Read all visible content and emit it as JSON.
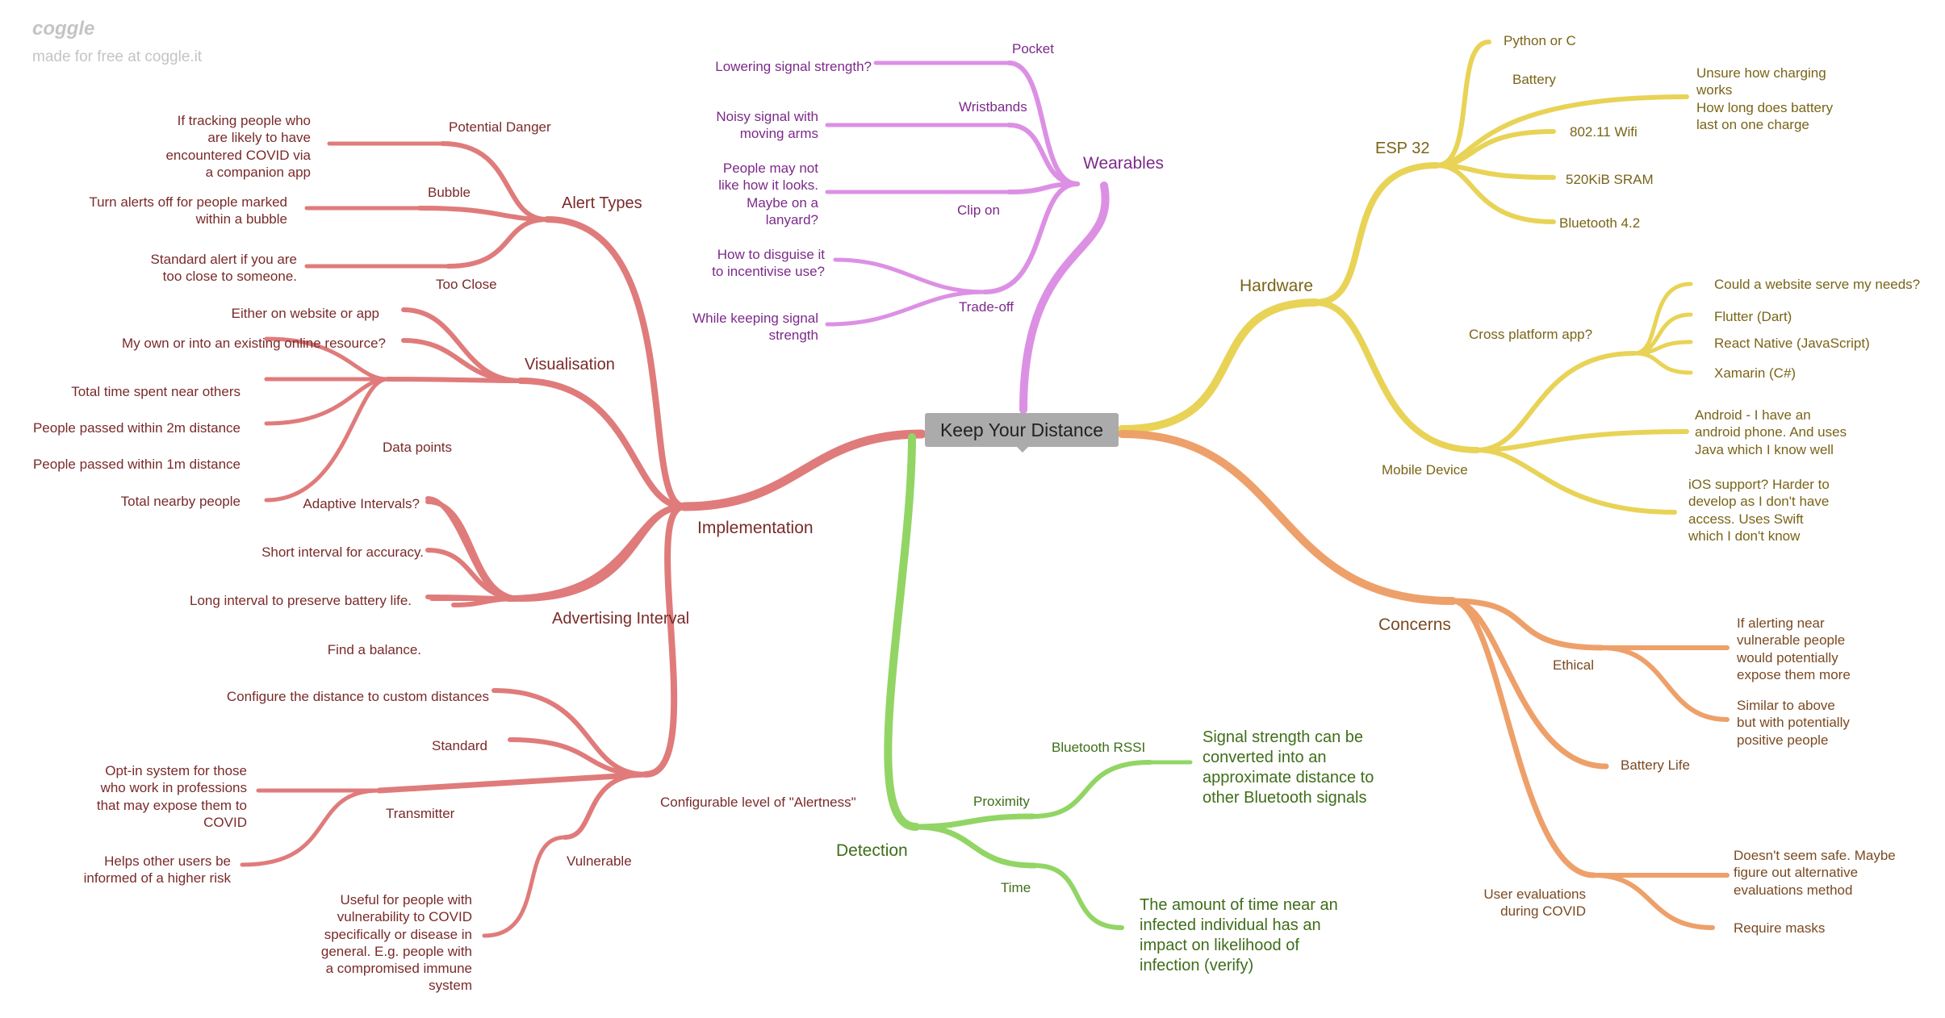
{
  "brand": {
    "logo_text": "coggle",
    "tagline": "made for free at coggle.it"
  },
  "colors": {
    "implementation": "#e07b7b",
    "wearables": "#dc90e4",
    "hardware": "#e8d356",
    "concerns": "#eea06a",
    "detection": "#92d565",
    "root_box": "#ababab"
  },
  "root": "Keep Your Distance",
  "implementation": {
    "title": "Implementation",
    "alert_types": {
      "title": "Alert Types",
      "potential_danger": {
        "title": "Potential Danger",
        "note": "If tracking people who\nare likely to have\nencountered COVID via\na companion app"
      },
      "bubble": {
        "title": "Bubble",
        "note": "Turn alerts off for people marked\nwithin a bubble"
      },
      "too_close": {
        "title": "Too Close",
        "note": "Standard alert if you are\ntoo close to someone."
      }
    },
    "visualisation": {
      "title": "Visualisation",
      "website": "Either on website or app",
      "resource": "My own or into an existing online resource?",
      "data_points": {
        "title": "Data points",
        "items": [
          "Total time spent near others",
          "People passed within 2m distance",
          "People passed within 1m distance",
          "Total nearby people"
        ]
      }
    },
    "advertising": {
      "title": "Advertising Interval",
      "items": [
        "Adaptive Intervals?",
        "Short interval for accuracy.",
        "Long interval to preserve battery life.",
        "Find a balance."
      ]
    },
    "alertness": {
      "title": "Configurable level of \"Alertness\"",
      "custom": "Configure the distance to custom distances",
      "standard": "Standard",
      "transmitter": {
        "title": "Transmitter",
        "optin": "Opt-in system for those\nwho work in professions\nthat may expose them to\nCOVID",
        "inform": "Helps other users be\ninformed of a higher risk"
      },
      "vulnerable": {
        "title": "Vulnerable",
        "note": "Useful for people with\nvulnerability to COVID\nspecifically or disease in\ngeneral. E.g. people with\na compromised immune\nsystem"
      }
    }
  },
  "wearables": {
    "title": "Wearables",
    "pocket": {
      "title": "Pocket",
      "note": "Lowering signal strength?"
    },
    "wristbands": {
      "title": "Wristbands",
      "note": "Noisy signal with\nmoving arms"
    },
    "clip_on": {
      "title": "Clip on",
      "note": "People may not\nlike how it looks.\nMaybe on a\nlanyard?"
    },
    "tradeoff": {
      "title": "Trade-off",
      "disguise": "How to disguise it\nto incentivise use?",
      "signal": "While keeping signal\nstrength"
    }
  },
  "hardware": {
    "title": "Hardware",
    "esp32": {
      "title": "ESP 32",
      "python": "Python or C",
      "battery": {
        "title": "Battery",
        "note": "Unsure how charging\nworks\nHow long does battery\nlast on one charge"
      },
      "wifi": "802.11 Wifi",
      "sram": "520KiB SRAM",
      "bluetooth": "Bluetooth 4.2"
    },
    "mobile": {
      "title": "Mobile Device",
      "cross": {
        "title": "Cross platform app?",
        "items": [
          "Could a website serve my needs?",
          "Flutter (Dart)",
          "React Native (JavaScript)",
          "Xamarin (C#)"
        ]
      },
      "android": "Android - I have an\nandroid phone. And uses\nJava which I know well",
      "ios": "iOS support? Harder to\ndevelop as I don't have\naccess. Uses Swift\nwhich I don't know"
    }
  },
  "concerns": {
    "title": "Concerns",
    "ethical": {
      "title": "Ethical",
      "vulnerable": "If alerting near\nvulnerable people\nwould potentially\nexpose them more",
      "positive": "Similar to above\nbut with potentially\npositive people"
    },
    "battery_life": "Battery Life",
    "evaluations": {
      "title": "User evaluations\nduring COVID",
      "safe": "Doesn't seem safe. Maybe\nfigure out alternative\nevaluations method",
      "masks": "Require masks"
    }
  },
  "detection": {
    "title": "Detection",
    "proximity": {
      "title": "Proximity",
      "rssi": "Bluetooth RSSI",
      "note": "Signal strength can be\nconverted into an\napproximate distance to\nother Bluetooth signals"
    },
    "time": {
      "title": "Time",
      "note": "The amount of time near an\ninfected individual has an\nimpact on likelihood of\ninfection (verify)"
    }
  }
}
